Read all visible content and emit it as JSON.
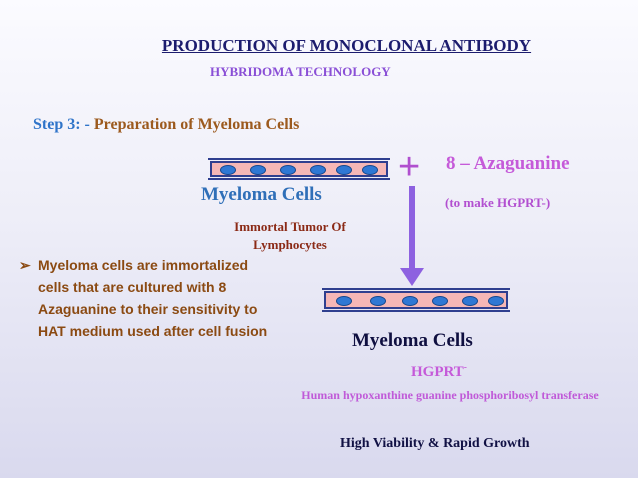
{
  "slide": {
    "title": "PRODUCTION OF MONOCLONAL ANTIBODY",
    "subtitle": "HYBRIDOMA TECHNOLOGY",
    "step_label": "Step 3: -",
    "step_text": "Preparation of Myeloma Cells",
    "plus_symbol": "+",
    "reagent": "8 – Azaguanine",
    "reagent_note": "(to make HGPRT-)",
    "myeloma_label_1": "Myeloma Cells",
    "immortal_note": "Immortal Tumor Of Lymphocytes",
    "bullet_marker": "➢",
    "bullet_text": "Myeloma cells are immortalized cells that are cultured with 8 Azaguanine to their sensitivity to HAT medium used after cell fusion",
    "myeloma_label_2": "Myeloma Cells",
    "hgprt_label": "HGPRT",
    "hgprt_superscript": "-",
    "hgprt_full": "Human hypoxanthine guanine phosphoribosyl transferase",
    "viability": "High Viability & Rapid Growth"
  },
  "colors": {
    "title": "#1c1c6e",
    "subtitle": "#8a4fd6",
    "step_label": "#2f74c9",
    "step_text": "#9c5a1e",
    "magenta": "#c55ad9",
    "myeloma_blue": "#2f6fb8",
    "tube_fill": "#f5b7b6",
    "cell": "#2f78d4",
    "arrow": "#8d61e0"
  }
}
